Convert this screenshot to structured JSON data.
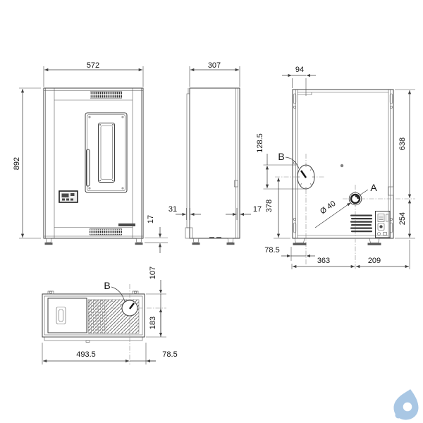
{
  "document": {
    "type": "technical dimensional drawing",
    "subject": "pellet stove - four orthographic views"
  },
  "dims": {
    "front": {
      "width": "572",
      "height": "892",
      "foot": "17"
    },
    "side": {
      "depth": "307",
      "front_lip": "31",
      "rear_gap": "17"
    },
    "back": {
      "flue_x": "94",
      "collar": "128.5",
      "flue_y": "378",
      "bottom_offset": "78.5",
      "bottom_left": "363",
      "bottom_right": "209",
      "right_upper": "638",
      "right_lower": "254",
      "inlet_dia": "Ø 40"
    },
    "top": {
      "front_gap": "107",
      "rear_gap": "183",
      "width_left": "493.5",
      "width_right": "78.5"
    }
  },
  "labels": {
    "a": "A",
    "b": "B"
  },
  "colors": {
    "line": "#3f3f3f",
    "text": "#141414",
    "logo_blue": "#a9c7e4",
    "background": "#ffffff"
  },
  "logo": {
    "name": "water-drop-logo"
  }
}
